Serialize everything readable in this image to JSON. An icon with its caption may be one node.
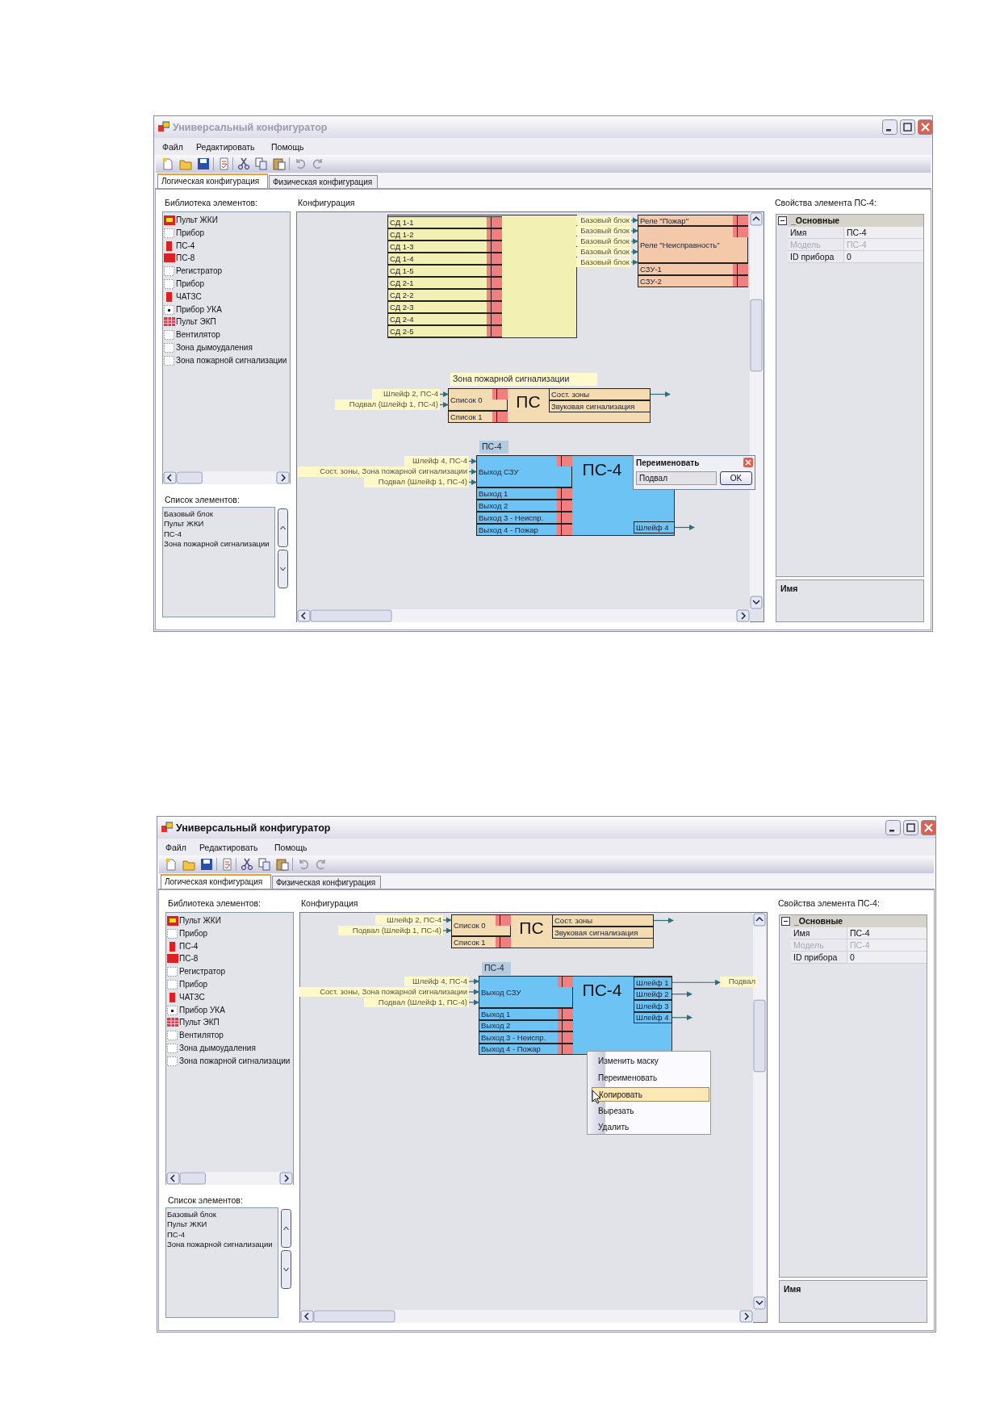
{
  "diagram": {
    "nodes": [
      {
        "text": [],
        "shape": "box"
      },
      {
        "text": [
          "СД 1-1"
        ],
        "in": 0
      },
      {
        "text": [
          "СД 1-2"
        ],
        "in": 0
      },
      {
        "text": [
          "СД 1-3"
        ],
        "in": 0
      },
      {
        "text": [
          "СД 1-4"
        ],
        "in": 0
      },
      {
        "text": [
          "СД 1-5"
        ],
        "in": 0
      },
      {
        "text": [
          "СД 2-1"
        ],
        "in": 0
      },
      {
        "text": [
          "СД 2-2"
        ],
        "in": 0
      },
      {
        "text": [
          "СД 2-3"
        ],
        "in": 0
      },
      {
        "text": [
          "СД 2-4"
        ],
        "in": 0
      },
      {
        "text": [
          "СД 2-5"
        ],
        "in": 0
      },
      {
        "text": [
          "Базовый блок"
        ]
      },
      {
        "text": [
          "Базовый блок"
        ]
      },
      {
        "text": [
          "Базовый блок"
        ]
      },
      {
        "text": [
          "Базовый блок"
        ]
      },
      {
        "text": [
          "Базовый блок"
        ]
      },
      {
        "text": [],
        "shape": "box"
      },
      {
        "text": [
          "Реле \"Пожар\""
        ],
        "in": 16
      },
      {
        "text": [
          "Реле \"Неисправность\""
        ],
        "in": 16
      },
      {
        "text": [
          "СЗУ-1"
        ],
        "in": 16
      },
      {
        "text": [
          "СЗУ-2"
        ],
        "in": 16
      },
      {
        "text": [
          "Зона пожарной сигнализации",
          "ПС"
        ]
      },
      {
        "text": [
          "Список 0"
        ],
        "in": 21
      },
      {
        "text": [
          "Список 1"
        ],
        "in": 21
      },
      {
        "text": [
          "Сост. зоны"
        ],
        "in": 21
      },
      {
        "text": [
          "Звуковая сигнализация"
        ],
        "in": 21
      },
      {
        "text": [
          "Шлейф 2, ПС-4"
        ]
      },
      {
        "text": [
          "Подвал (Шлейф 1, ПС-4)"
        ]
      },
      {
        "text": [
          "ПС-4",
          "ПС-4"
        ]
      },
      {
        "text": [
          "Выход СЗУ"
        ],
        "in": 28
      },
      {
        "text": [
          "Выход 1"
        ],
        "in": 28
      },
      {
        "text": [
          "Выход 2"
        ],
        "in": 28
      },
      {
        "text": [
          "Выход 3 - Неиспр."
        ],
        "in": 28
      },
      {
        "text": [
          "Выход 4 - Пожар"
        ],
        "in": 28
      },
      {
        "text": [
          "Шлейф 4"
        ],
        "in": 28
      },
      {
        "text": [
          "Шлейф 4, ПС-4"
        ]
      },
      {
        "text": [
          "Сост. зоны, Зона пожарной сигнализации"
        ]
      },
      {
        "text": [
          "Подвал (Шлейф 1, ПС-4)"
        ]
      },
      {
        "text": [
          "ПС"
        ]
      },
      {
        "text": [
          "Список 0"
        ],
        "in": 38
      },
      {
        "text": [
          "Список 1"
        ],
        "in": 38
      },
      {
        "text": [
          "Сост. зоны"
        ],
        "in": 38
      },
      {
        "text": [
          "Звуковая сигнализация"
        ],
        "in": 38
      },
      {
        "text": [
          "Шлейф 2, ПС-4"
        ]
      },
      {
        "text": [
          "Подвал (Шлейф 1, ПС-4)"
        ]
      },
      {
        "text": [
          "ПС-4",
          "ПС-4"
        ]
      },
      {
        "text": [
          "Выход СЗУ"
        ],
        "in": 45
      },
      {
        "text": [
          "Выход 1"
        ],
        "in": 45
      },
      {
        "text": [
          "Выход 2"
        ],
        "in": 45
      },
      {
        "text": [
          "Выход 3 - Неиспр."
        ],
        "in": 45
      },
      {
        "text": [
          "Выход 4 - Пожар"
        ],
        "in": 45
      },
      {
        "text": [
          "Шлейф 1"
        ],
        "in": 45
      },
      {
        "text": [
          "Шлейф 2"
        ],
        "in": 45
      },
      {
        "text": [
          "Шлейф 3"
        ],
        "in": 45
      },
      {
        "text": [
          "Шлейф 4"
        ],
        "in": 45
      },
      {
        "text": [
          "Шлейф 4, ПС-4"
        ]
      },
      {
        "text": [
          "Сост. зоны, Зона пожарной сигнализации"
        ]
      },
      {
        "text": [
          "Подвал (Шлейф 1, ПС-4)"
        ]
      },
      {
        "text": [
          "Подвал"
        ]
      }
    ],
    "edges": [
      {
        "from": 11,
        "to": 16,
        "arrow": "to"
      },
      {
        "from": 12,
        "to": 16,
        "arrow": "to"
      },
      {
        "from": 13,
        "to": 16,
        "arrow": "to"
      },
      {
        "from": 14,
        "to": 16,
        "arrow": "to"
      },
      {
        "from": 15,
        "to": 16,
        "arrow": "to"
      },
      {
        "from": 26,
        "to": 22,
        "arrow": "to"
      },
      {
        "from": 27,
        "to": 22,
        "arrow": "to"
      },
      {
        "from": 24,
        "to": null,
        "arrow": "to"
      },
      {
        "from": 35,
        "to": 29,
        "arrow": "to"
      },
      {
        "from": 36,
        "to": 29,
        "arrow": "to"
      },
      {
        "from": 37,
        "to": 29,
        "arrow": "to"
      },
      {
        "from": 34,
        "to": null,
        "arrow": "to"
      },
      {
        "from": 43,
        "to": 39,
        "arrow": "to"
      },
      {
        "from": 44,
        "to": 39,
        "arrow": "to"
      },
      {
        "from": 41,
        "to": null,
        "arrow": "to"
      },
      {
        "from": 55,
        "to": 46,
        "arrow": "to"
      },
      {
        "from": 56,
        "to": 46,
        "arrow": "to"
      },
      {
        "from": 57,
        "to": 46,
        "arrow": "to"
      },
      {
        "from": 51,
        "to": 58,
        "arrow": "to"
      },
      {
        "from": 52,
        "to": null,
        "arrow": "to"
      },
      {
        "from": 54,
        "to": null,
        "arrow": "to"
      }
    ],
    "labels": [
      "Универсальный конфигуратор",
      "Файл",
      "Редактировать",
      "Помощь",
      "Логическая конфигурация",
      "Физическая конфигурация",
      "Библиотека элементов:",
      "Конфигурация",
      "Свойства элемента ПС-4:",
      "Пульт ЖКИ",
      "Прибор",
      "ПС-4",
      "ПС-8",
      "Регистратор",
      "Прибор",
      "ЧАТЗС",
      "Прибор УКА",
      "Пульт ЭКП",
      "Вентилятор",
      "Зона дымоудаления",
      "Зона пожарной сигнализации",
      "_Основные",
      "Имя",
      "ПС-4",
      "Модель",
      "ПС-4",
      "ID прибора",
      "0",
      "Переименовать",
      "Подвал",
      "OK",
      "Список элементов:",
      "Базовый блок",
      "Пульт ЖКИ",
      "ПС-4",
      "Зона пожарной сигнализации",
      "Имя",
      "Универсальный конфигуратор",
      "Файл",
      "Редактировать",
      "Помощь",
      "Логическая конфигурация",
      "Физическая конфигурация",
      "Библиотека элементов:",
      "Конфигурация",
      "Свойства элемента ПС-4:",
      "Пульт ЖКИ",
      "Прибор",
      "ПС-4",
      "ПС-8",
      "Регистратор",
      "Прибор",
      "ЧАТЗС",
      "Прибор УКА",
      "Пульт ЭКП",
      "Вентилятор",
      "Зона дымоудаления",
      "Зона пожарной сигнализации",
      "_Основные",
      "Имя",
      "ПС-4",
      "Модель",
      "ПС-4",
      "ID прибора",
      "0",
      "Список элементов:",
      "Базовый блок",
      "Пульт ЖКИ",
      "ПС-4",
      "Зона пожарной сигнализации",
      "Имя",
      "Изменить маску",
      "Переименовать",
      "Копировать",
      "Вырезать",
      "Удалить"
    ]
  }
}
